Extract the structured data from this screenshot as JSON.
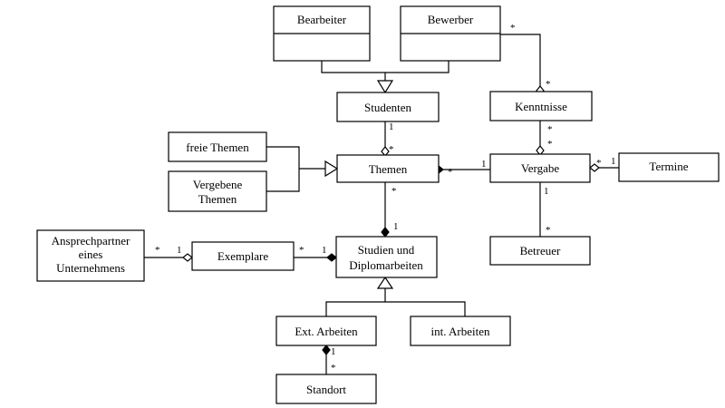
{
  "classes": {
    "bearbeiter": "Bearbeiter",
    "bewerber": "Bewerber",
    "studenten": "Studenten",
    "kenntnisse": "Kenntnisse",
    "freie_themen": "freie Themen",
    "vergebene_themen": [
      "Vergebene",
      "Themen"
    ],
    "themen": "Themen",
    "vergabe": "Vergabe",
    "termine": "Termine",
    "ansprechpartner": [
      "Ansprechpartner",
      "eines",
      "Unternehmens"
    ],
    "exemplare": "Exemplare",
    "studien": [
      "Studien und",
      "Diplomarbeiten"
    ],
    "betreuer": "Betreuer",
    "ext_arbeiten": "Ext. Arbeiten",
    "int_arbeiten": "int. Arbeiten",
    "standort": "Standort"
  },
  "multiplicities": {
    "bewerber_kenntnisse_bewerber": "*",
    "bewerber_kenntnisse_kenntnisse": "*",
    "studenten_themen_studenten": "1",
    "studenten_themen_themen": "*",
    "kenntnisse_vergabe_kenntnisse": "*",
    "kenntnisse_vergabe_vergabe": "*",
    "themen_vergabe_themen": "*",
    "themen_vergabe_vergabe": "1",
    "vergabe_termine_vergabe": "*",
    "vergabe_termine_termine": "1",
    "themen_studien_themen": "*",
    "themen_studien_studien": "1",
    "vergabe_betreuer_vergabe": "1",
    "vergabe_betreuer_betreuer": "*",
    "ansprech_exemplare_ansprech": "*",
    "ansprech_exemplare_exemplare": "1",
    "exemplare_studien_exemplare": "*",
    "exemplare_studien_studien": "1",
    "ext_standort_ext": "1",
    "ext_standort_standort": "*"
  }
}
